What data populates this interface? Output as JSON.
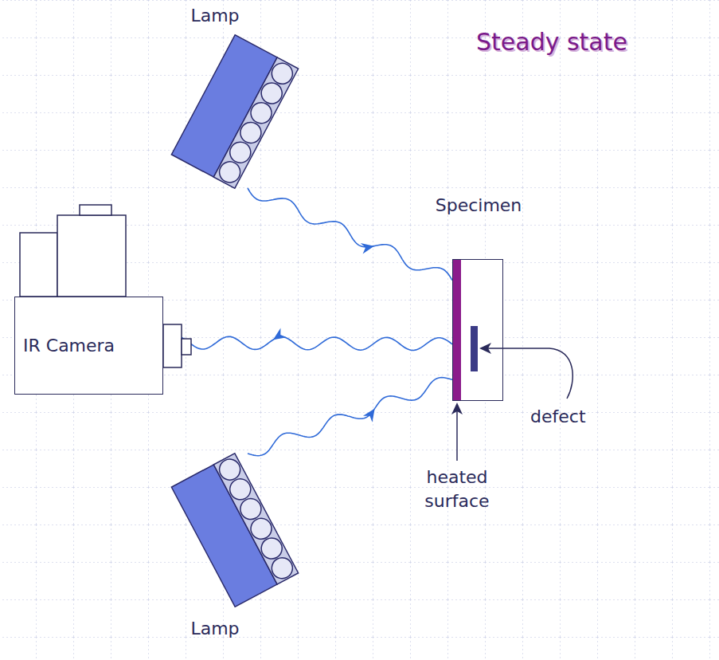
{
  "diagram": {
    "title": "Steady state",
    "nodes": [
      {
        "text": [
          "Lamp"
        ]
      },
      {
        "text": [
          "IR Camera"
        ]
      },
      {
        "text": [
          "Specimen"
        ]
      },
      {
        "text": [
          "Lamp"
        ]
      }
    ],
    "edges": [
      {
        "from": 0,
        "to": 2,
        "arrow": "to"
      },
      {
        "from": 2,
        "to": 1,
        "arrow": "to"
      },
      {
        "from": 3,
        "to": 2,
        "arrow": "to"
      }
    ],
    "labels": [
      "defect",
      "heated surface"
    ]
  }
}
